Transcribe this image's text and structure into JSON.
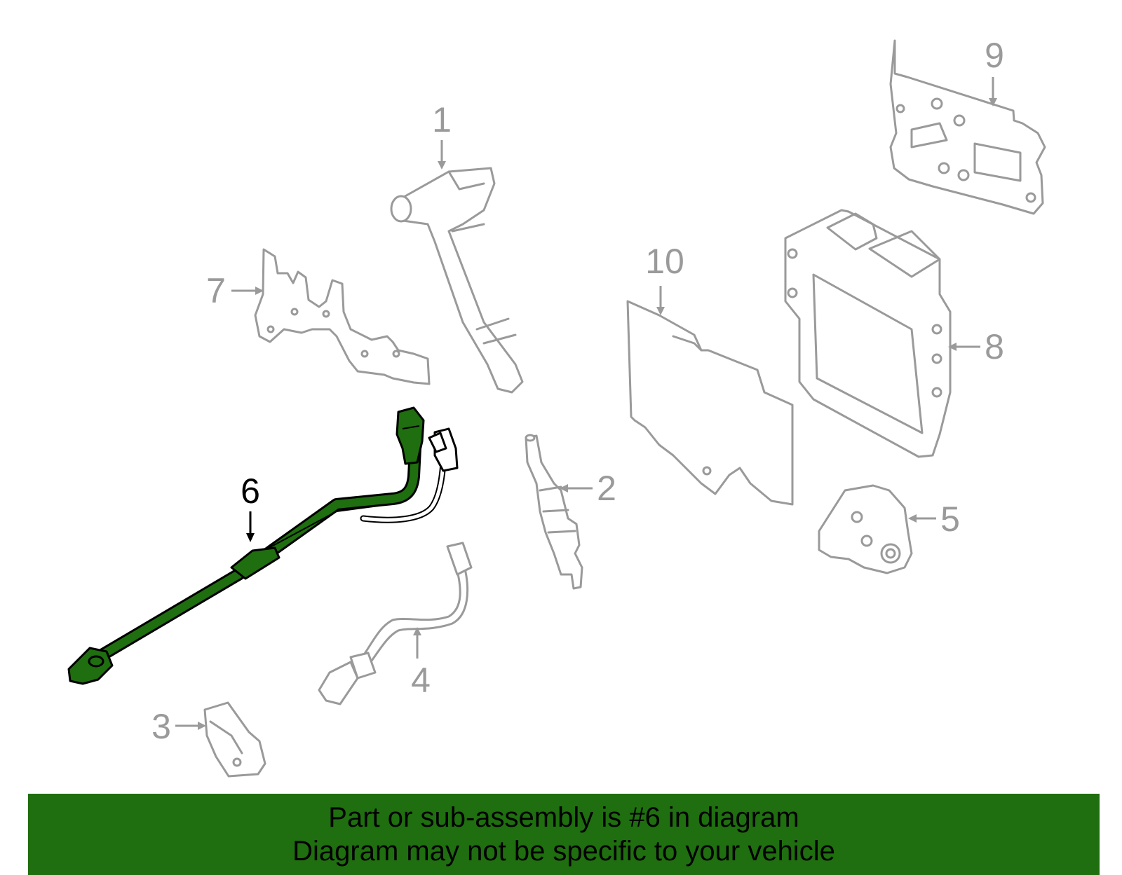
{
  "diagram": {
    "highlighted_part": "6",
    "callouts": [
      "1",
      "2",
      "3",
      "4",
      "5",
      "6",
      "7",
      "8",
      "9",
      "10"
    ]
  },
  "banner": {
    "line1": "Part or sub-assembly is #6 in diagram",
    "line2": "Diagram may not be specific to your vehicle"
  },
  "colors": {
    "highlight": "#1f6e0f",
    "outline": "#9a9a9a",
    "banner_bg": "#1f6e0f",
    "text": "#000000"
  }
}
